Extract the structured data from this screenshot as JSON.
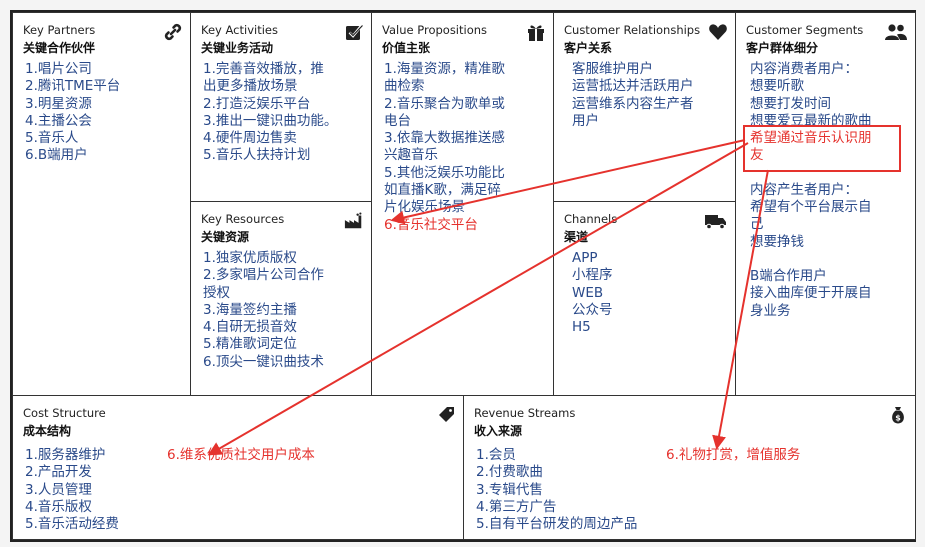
{
  "key_partners": {
    "title_en": "Key Partners",
    "title_zh": "关键合作伙伴",
    "items": [
      "1.唱片公司",
      "2.腾讯TME平台",
      "3.明星资源",
      "4.主播公会",
      "5.音乐人",
      "6.B端用户"
    ]
  },
  "key_activities": {
    "title_en": "Key Activities",
    "title_zh": "关键业务活动",
    "items": [
      "1.完善音效播放，推",
      "出更多播放场景",
      "2.打造泛娱乐平台",
      "3.推出一键识曲功能。",
      "4.硬件周边售卖",
      "5.音乐人扶持计划"
    ]
  },
  "key_resources": {
    "title_en": "Key Resources",
    "title_zh": "关键资源",
    "items": [
      "1.独家优质版权",
      "2.多家唱片公司合作",
      "授权",
      "3.海量签约主播",
      "4.自研无损音效",
      "5.精准歌词定位",
      "6.顶尖一键识曲技术"
    ]
  },
  "value_propositions": {
    "title_en": "Value Propositions",
    "title_zh": "价值主张",
    "items": [
      "1.海量资源，精准歌",
      "曲检索",
      "2.音乐聚合为歌单或",
      "电台",
      "3.依靠大数据推送感",
      "兴趣音乐",
      "5.其他泛娱乐功能比",
      "如直播K歌，满足碎",
      "片化娱乐场景"
    ],
    "added": "6.音乐社交平台"
  },
  "customer_relationships": {
    "title_en": "Customer Relationships",
    "title_zh": "客户关系",
    "items": [
      "客服维护用户",
      "运营抵达并活跃用户",
      "运营维系内容生产者",
      "用户"
    ]
  },
  "channels": {
    "title_en": "Channels",
    "title_zh": "渠道",
    "items": [
      "APP",
      "小程序",
      "WEB",
      "公众号",
      "H5"
    ]
  },
  "customer_segments": {
    "title_en": "Customer Segments",
    "title_zh": "客户群体细分",
    "items_a": [
      "内容消费者用户：",
      "想要听歌",
      "想要打发时间",
      "想要爱豆最新的歌曲"
    ],
    "highlight": [
      "希望通过音乐认识朋",
      "友"
    ],
    "items_b": [
      "内容产生者用户：",
      "希望有个平台展示自",
      "己",
      "想要挣钱"
    ],
    "items_c": [
      "B端合作用户",
      "接入曲库便于开展自",
      "身业务"
    ]
  },
  "cost_structure": {
    "title_en": "Cost Structure",
    "title_zh": "成本结构",
    "items": [
      "1.服务器维护",
      "2.产品开发",
      "3.人员管理",
      "4.音乐版权",
      "5.音乐活动经费"
    ],
    "added": "6.维系优质社交用户成本"
  },
  "revenue_streams": {
    "title_en": "Revenue Streams",
    "title_zh": "收入来源",
    "items": [
      "1.会员",
      "2.付费歌曲",
      "3.专辑代售",
      "4.第三方广告",
      "5.自有平台研发的周边产品"
    ],
    "added": "6.礼物打赏，增值服务"
  },
  "colors": {
    "item_text": "#2a4a8a",
    "annotation": "#e5322d",
    "border": "#333333"
  },
  "icons": {
    "key_partners": "link-icon",
    "key_activities": "checkbox-icon",
    "key_resources": "factory-icon",
    "value_propositions": "gift-icon",
    "customer_relationships": "heart-icon",
    "channels": "truck-icon",
    "customer_segments": "users-icon",
    "cost_structure": "tag-icon",
    "revenue_streams": "money-bag-icon"
  }
}
